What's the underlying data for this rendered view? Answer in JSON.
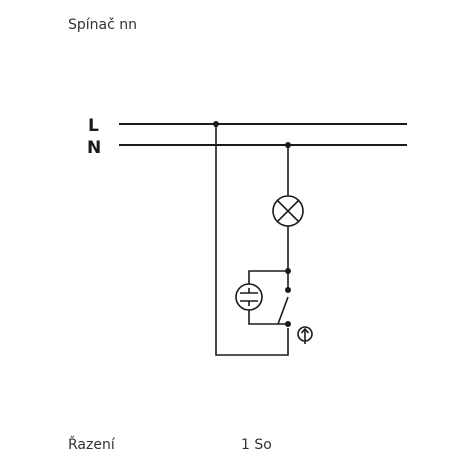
{
  "title": "Spínač nn",
  "conductors": {
    "line": "L",
    "neutral": "N"
  },
  "footer": {
    "label": "Řazení",
    "value": "1 So"
  },
  "colors": {
    "wire": "#1a1a1a",
    "text": "#333333",
    "background": "#ffffff"
  },
  "symbols": [
    "lamp-icon",
    "glow-lamp-icon",
    "switch-icon",
    "pushbutton-icon"
  ]
}
